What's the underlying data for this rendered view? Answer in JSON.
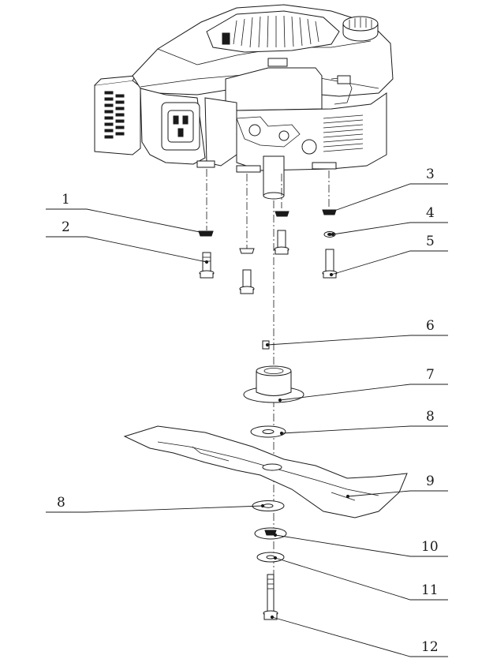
{
  "diagram": {
    "type": "exploded-parts-view",
    "callouts": [
      {
        "id": "c1",
        "label": "1"
      },
      {
        "id": "c2",
        "label": "2"
      },
      {
        "id": "c3",
        "label": "3"
      },
      {
        "id": "c4",
        "label": "4"
      },
      {
        "id": "c5",
        "label": "5"
      },
      {
        "id": "c6",
        "label": "6"
      },
      {
        "id": "c7",
        "label": "7"
      },
      {
        "id": "c8a",
        "label": "8"
      },
      {
        "id": "c9",
        "label": "9"
      },
      {
        "id": "c8b",
        "label": "8"
      },
      {
        "id": "c10",
        "label": "10"
      },
      {
        "id": "c11",
        "label": "11"
      },
      {
        "id": "c12",
        "label": "12"
      }
    ]
  }
}
